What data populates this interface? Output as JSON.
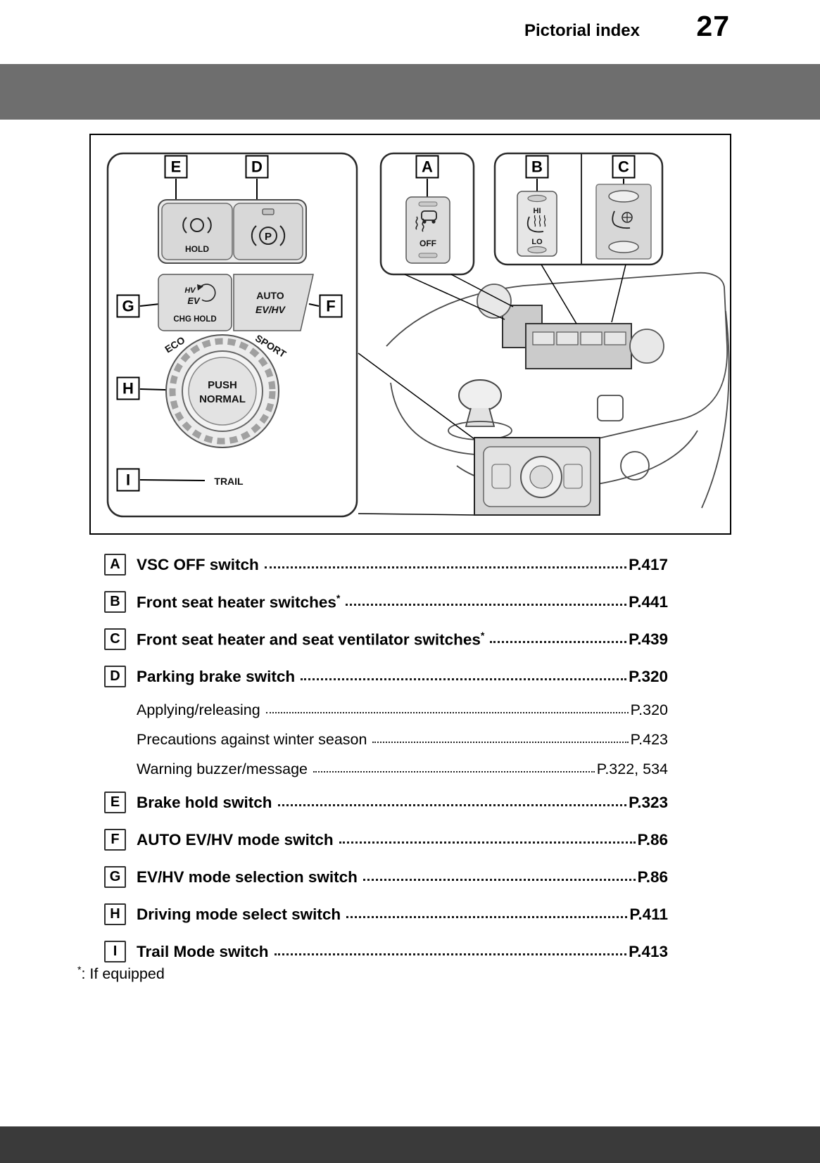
{
  "header": {
    "section_title": "Pictorial index",
    "page_number": "27"
  },
  "diagram": {
    "callouts": {
      "a": "A",
      "b": "B",
      "c": "C",
      "d": "D",
      "e": "E",
      "f": "F",
      "g": "G",
      "h": "H",
      "i": "I"
    },
    "labels": {
      "hold": "HOLD",
      "parking_p": "P",
      "chg_hold": "CHG HOLD",
      "hv": "HV",
      "ev": "EV",
      "auto": "AUTO",
      "ev_hv": "EV/HV",
      "eco": "ECO",
      "sport": "SPORT",
      "push": "PUSH",
      "normal": "NORMAL",
      "trail": "TRAIL",
      "off": "OFF",
      "hi": "HI",
      "lo": "LO"
    }
  },
  "index": {
    "entries": [
      {
        "letter": "A",
        "title": "VSC OFF switch",
        "star": "",
        "page": "P.417"
      },
      {
        "letter": "B",
        "title": "Front seat heater switches",
        "star": "*",
        "page": "P.441"
      },
      {
        "letter": "C",
        "title": "Front seat heater and seat ventilator switches",
        "star": "*",
        "page": "P.439"
      },
      {
        "letter": "D",
        "title": "Parking brake switch",
        "star": "",
        "page": "P.320"
      },
      {
        "letter": "E",
        "title": "Brake hold switch",
        "star": "",
        "page": "P.323"
      },
      {
        "letter": "F",
        "title": "AUTO EV/HV mode switch",
        "star": "",
        "page": "P.86"
      },
      {
        "letter": "G",
        "title": "EV/HV mode selection switch",
        "star": "",
        "page": "P.86"
      },
      {
        "letter": "H",
        "title": "Driving mode select switch",
        "star": "",
        "page": "P.411"
      },
      {
        "letter": "I",
        "title": "Trail Mode switch",
        "star": "",
        "page": "P.413"
      }
    ],
    "sub_entries_d": [
      {
        "title": "Applying/releasing",
        "page": "P.320"
      },
      {
        "title": "Precautions against winter season",
        "page": "P.423"
      },
      {
        "title": "Warning buzzer/message",
        "page": "P.322, 534"
      }
    ],
    "footnote_star": "*",
    "footnote_text": ": If equipped"
  }
}
